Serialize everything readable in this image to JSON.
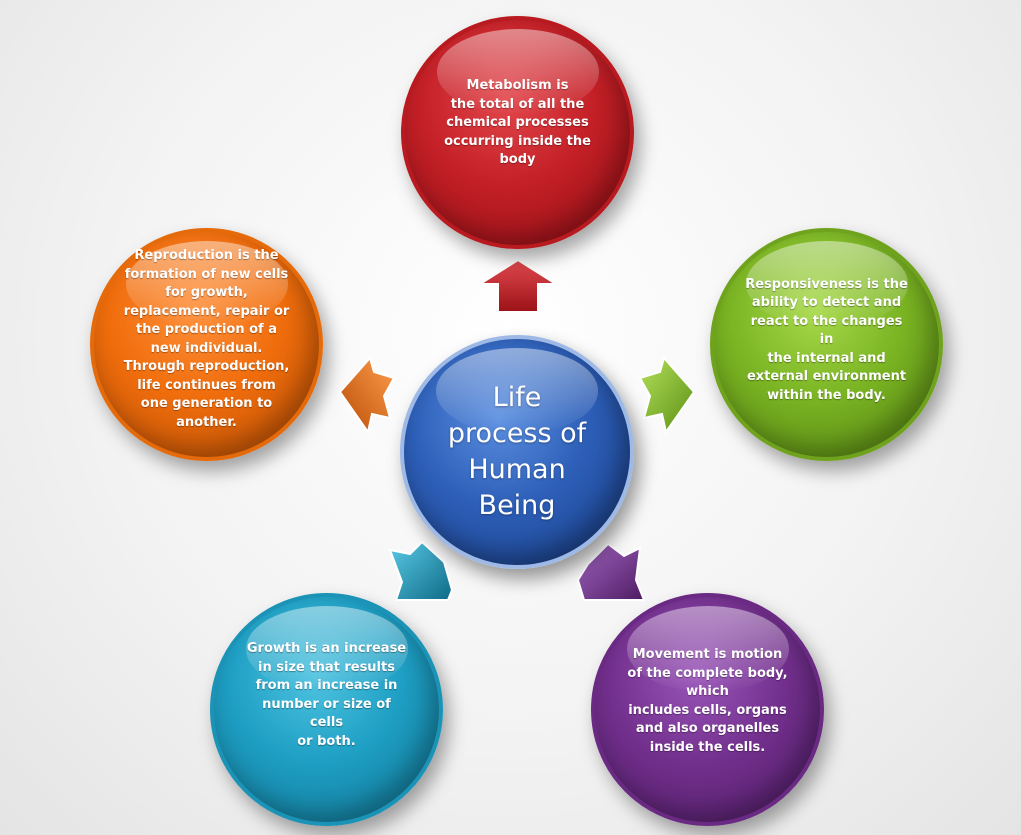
{
  "center": {
    "text": "Life\nprocess of\nHuman\nBeing"
  },
  "nodes": {
    "metabolism": {
      "text": "Metabolism is\nthe total of all the\nchemical processes\noccurring inside the\nbody",
      "color": "#c42027"
    },
    "responsiveness": {
      "text": "Responsiveness is the\nability to detect and\nreact to the changes in\nthe internal and\nexternal environment\nwithin the body.",
      "color": "#7bb523"
    },
    "movement": {
      "text": "Movement is motion\nof the complete body,\nwhich\nincludes  cells, organs\nand also organelles\ninside the cells.",
      "color": "#73308e"
    },
    "growth": {
      "text": "Growth is an increase\nin size that results\nfrom an increase in\nnumber or size of cells\nor both.",
      "color": "#1e9fc4"
    },
    "reproduction": {
      "text": "Reproduction is the\nformation of new cells\nfor growth,\nreplacement, repair or\nthe production of a\nnew individual.\nThrough reproduction,\nlife continues from\none generation to\nanother.",
      "color": "#f06d0c"
    }
  },
  "center_color": "#2d5fb8"
}
